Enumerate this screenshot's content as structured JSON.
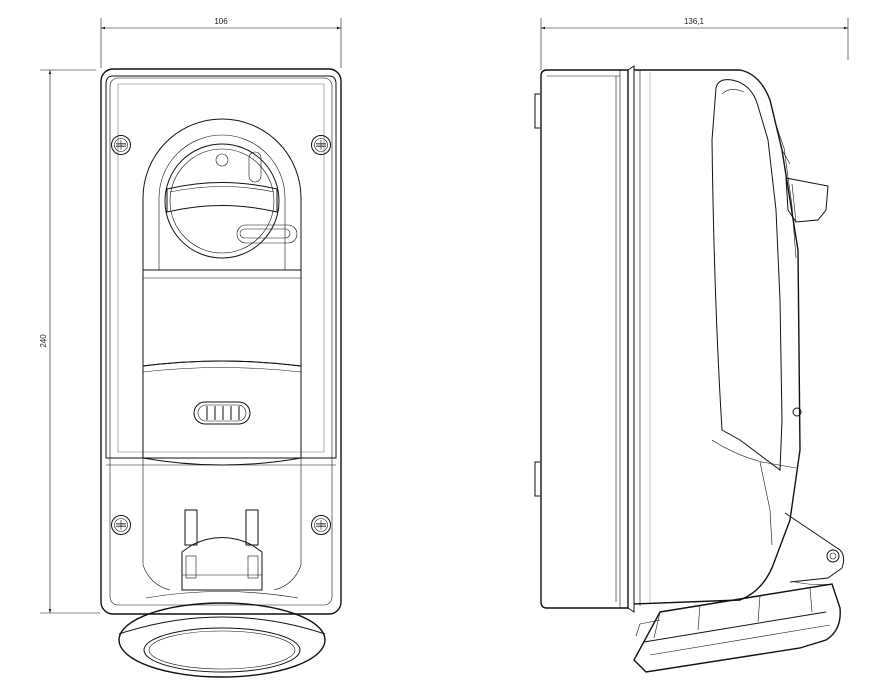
{
  "dimensions": {
    "front_width": "106",
    "front_height": "240",
    "side_depth": "136,1"
  },
  "colors": {
    "line": "#111111",
    "background": "#ffffff"
  }
}
